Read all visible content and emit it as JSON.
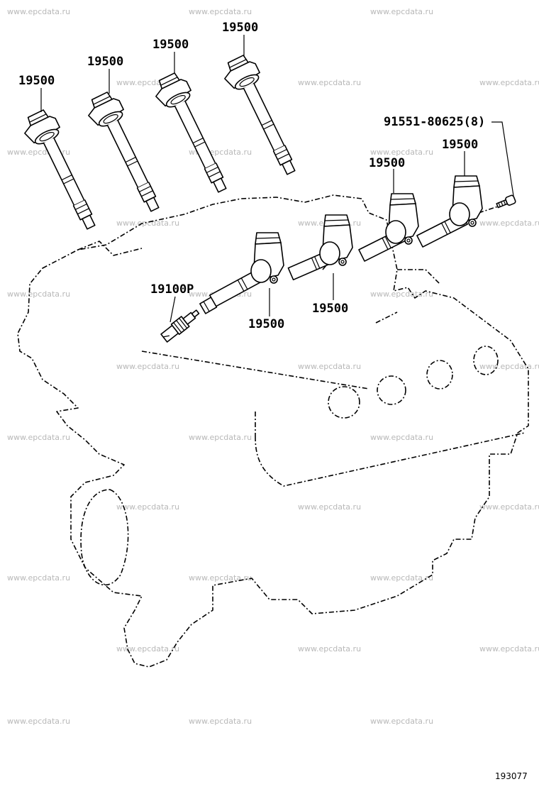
{
  "watermark": "www.epcdata.ru",
  "parts": {
    "coil_loose_1": "19500",
    "coil_loose_2": "19500",
    "coil_loose_3": "19500",
    "coil_loose_4": "19500",
    "coil_mounted_rear_right": "19500",
    "coil_mounted_rear_mid": "19500",
    "coil_mounted_front": "19500",
    "coil_mounted_mid": "19500",
    "spark_plug": "19100P",
    "bolt": "91551-80625(8)"
  },
  "diagram_number": "193077"
}
